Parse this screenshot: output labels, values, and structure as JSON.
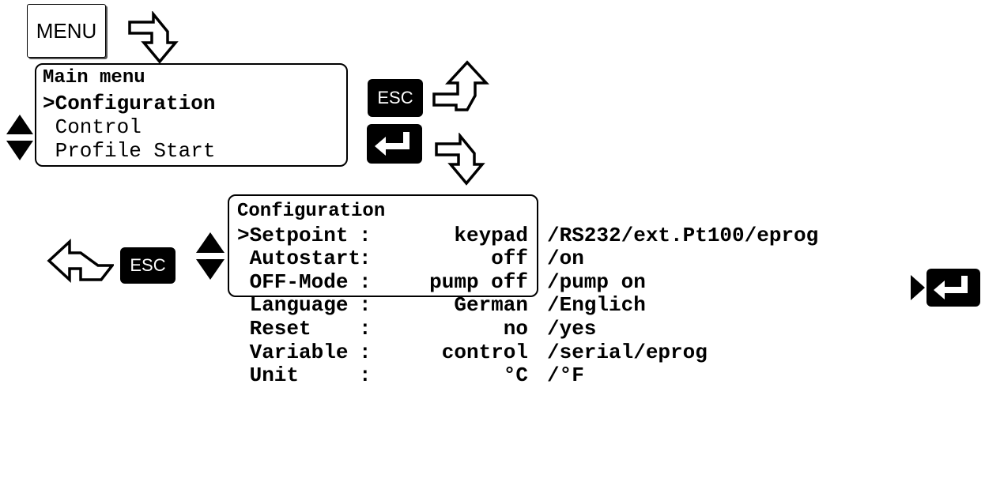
{
  "menu_button": {
    "label": "MENU"
  },
  "main_menu": {
    "title": "Main menu",
    "items": [
      ">Configuration",
      " Control",
      " Profile Start"
    ]
  },
  "esc_key": {
    "label": "ESC"
  },
  "config_screen": {
    "title": "Configuration",
    "rows": [
      {
        "name": ">Setpoint",
        "colon": ":",
        "value": "keypad",
        "alternatives": "/RS232/ext.Pt100/eprog"
      },
      {
        "name": " Autostart",
        "colon": ":",
        "value": "off",
        "alternatives": "/on"
      },
      {
        "name": " OFF-Mode",
        "colon": ":",
        "value": "pump off",
        "alternatives": "/pump on"
      },
      {
        "name": " Language",
        "colon": ":",
        "value": "German",
        "alternatives": "/Englich"
      },
      {
        "name": " Reset",
        "colon": ":",
        "value": "no",
        "alternatives": "/yes"
      },
      {
        "name": " Variable",
        "colon": ":",
        "value": "control",
        "alternatives": "/serial/eprog"
      },
      {
        "name": " Unit",
        "colon": ":",
        "value": "°C",
        "alternatives": "/°F"
      }
    ]
  },
  "icons": {
    "enter": "enter-key-icon",
    "arrow_into": "arrow-down-into-icon",
    "arrow_back": "arrow-up-back-icon",
    "arrow_left_back": "arrow-left-back-icon",
    "updown": "up-down-arrows-icon",
    "play": "play-triangle-icon"
  }
}
